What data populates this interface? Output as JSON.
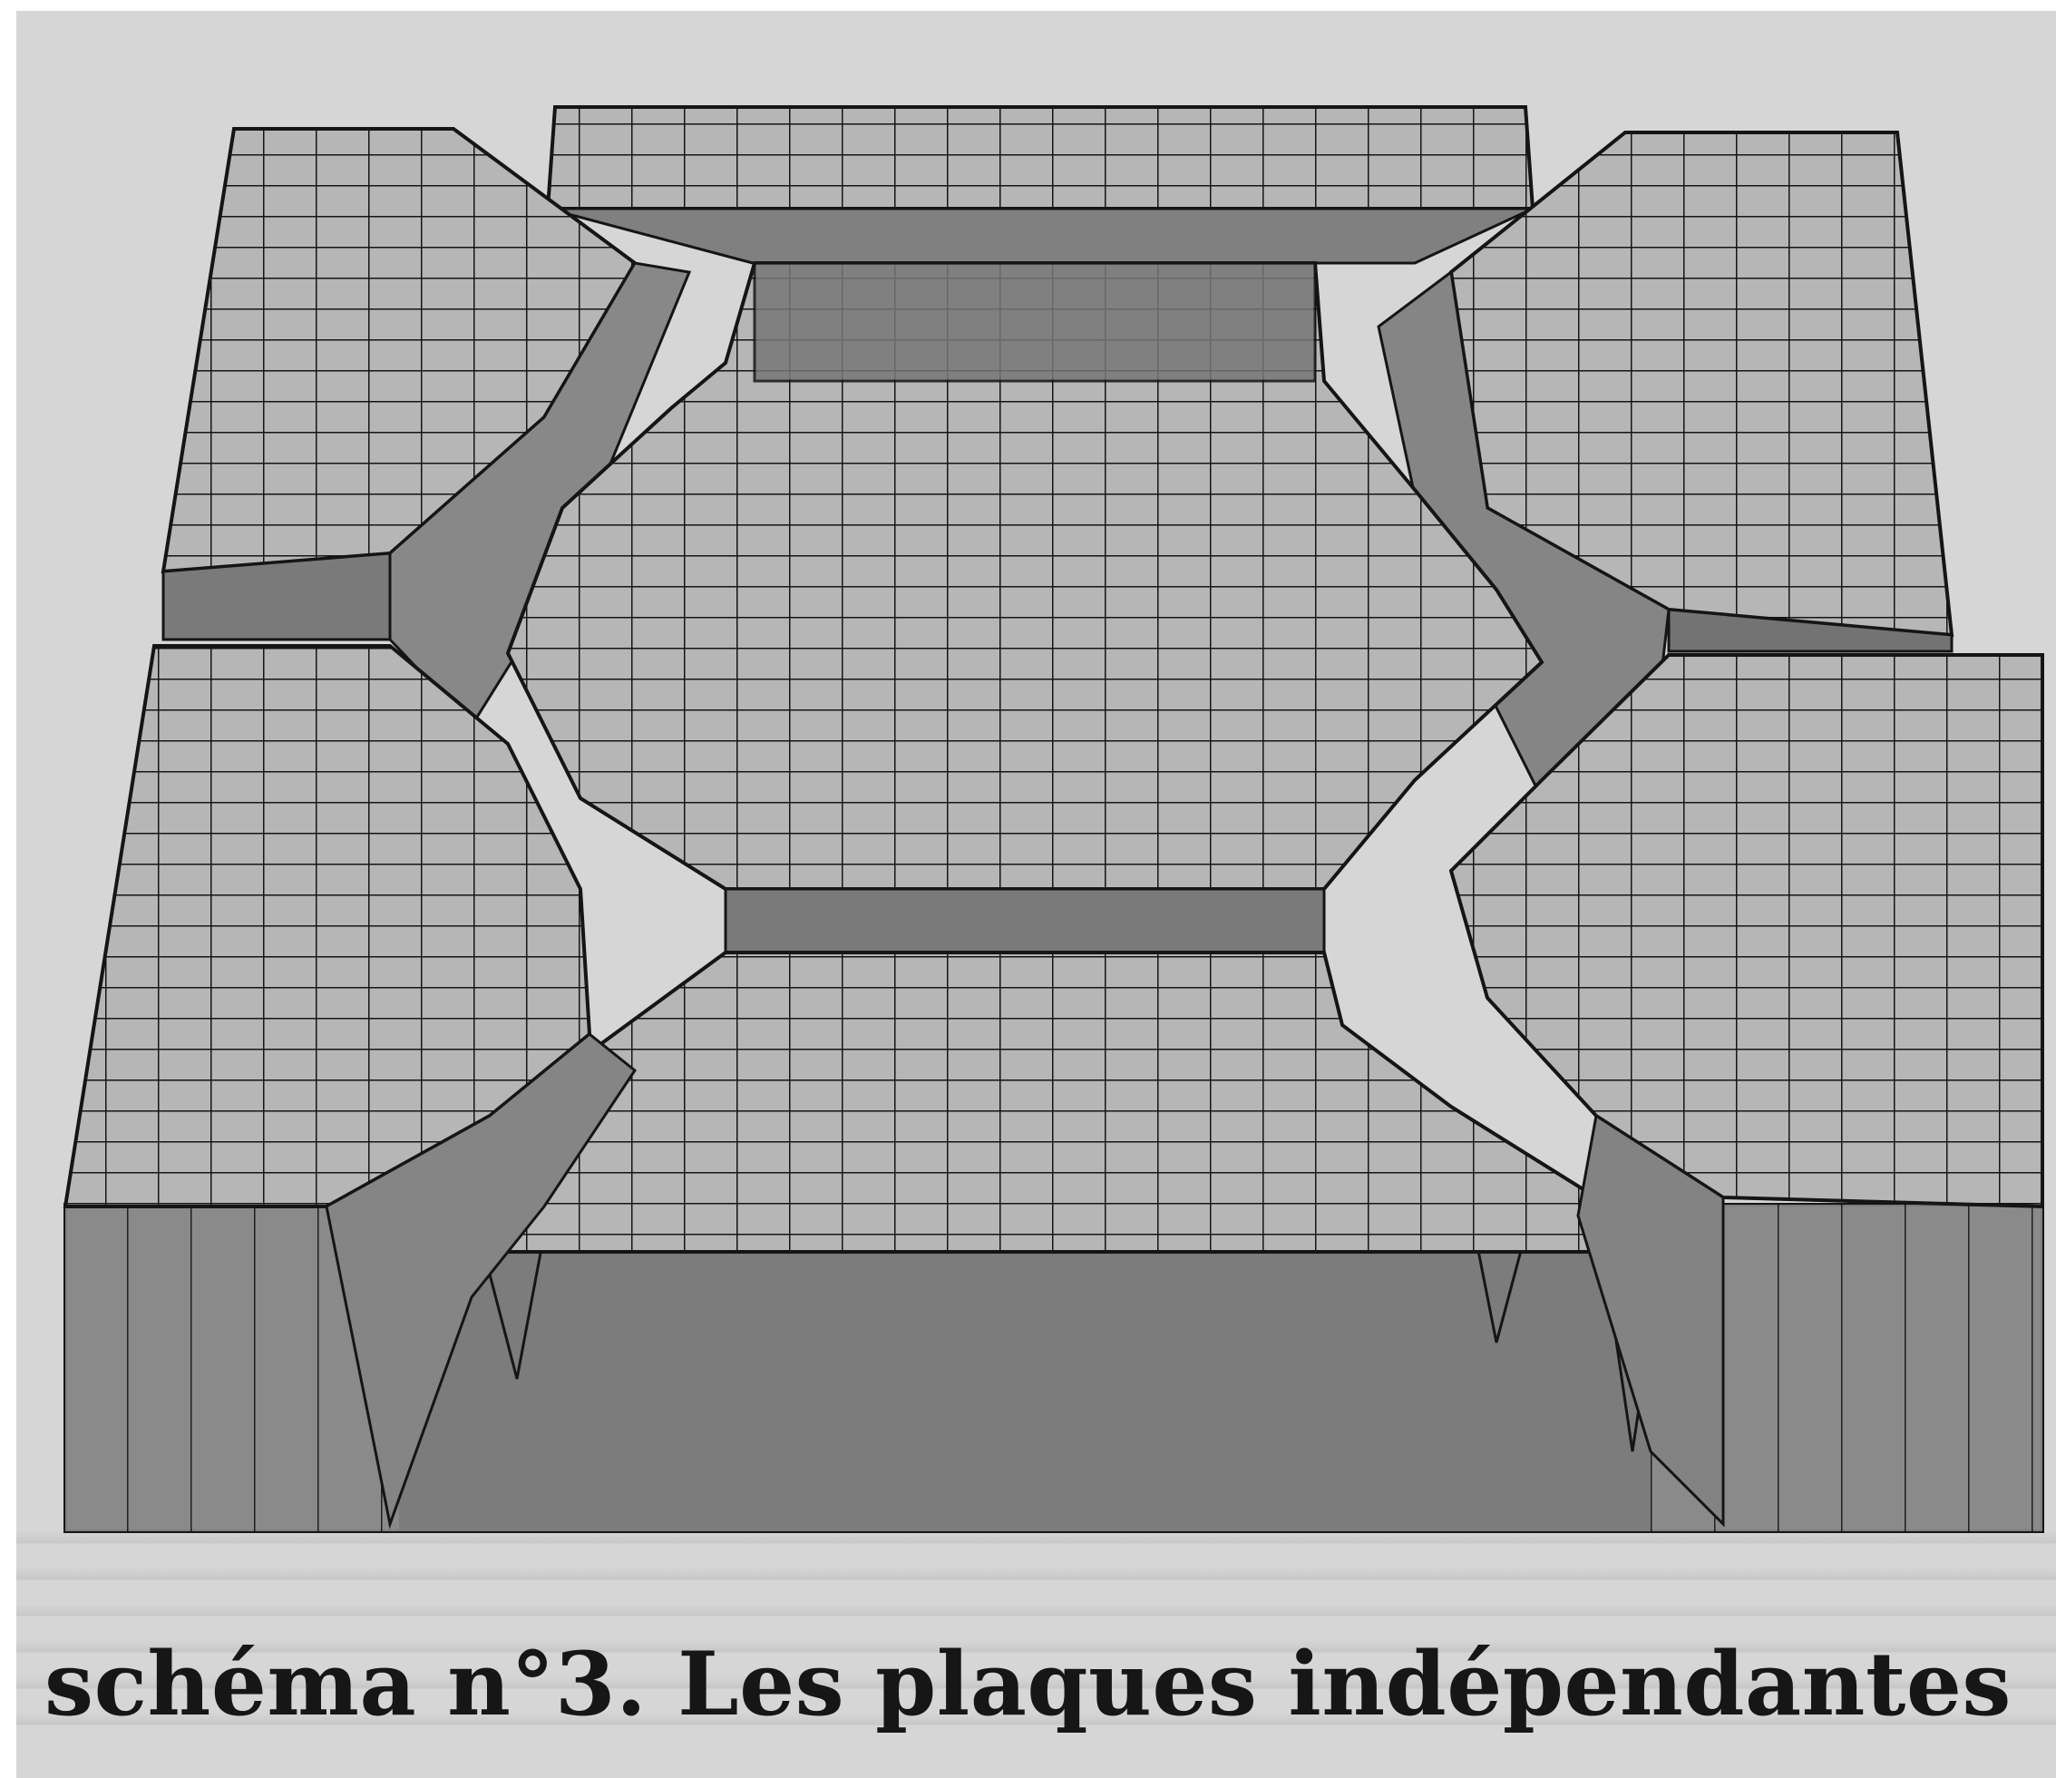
{
  "caption": "schéma n°3. Les plaques indépendantes",
  "colors": {
    "paper": "#d6d6d6",
    "top_face": "#b6b6b6",
    "side_face": "#808080",
    "front_face": "#8a8a8a",
    "shadow_band": "#727272",
    "grid_line": "#151515"
  },
  "figure": {
    "subject": "isometric-block-of-tiled-plates",
    "plates": [
      "back-left-plate",
      "back-center-plate",
      "back-right-plate",
      "center-plate",
      "front-left-plate",
      "front-center-plate",
      "front-right-plate"
    ]
  }
}
